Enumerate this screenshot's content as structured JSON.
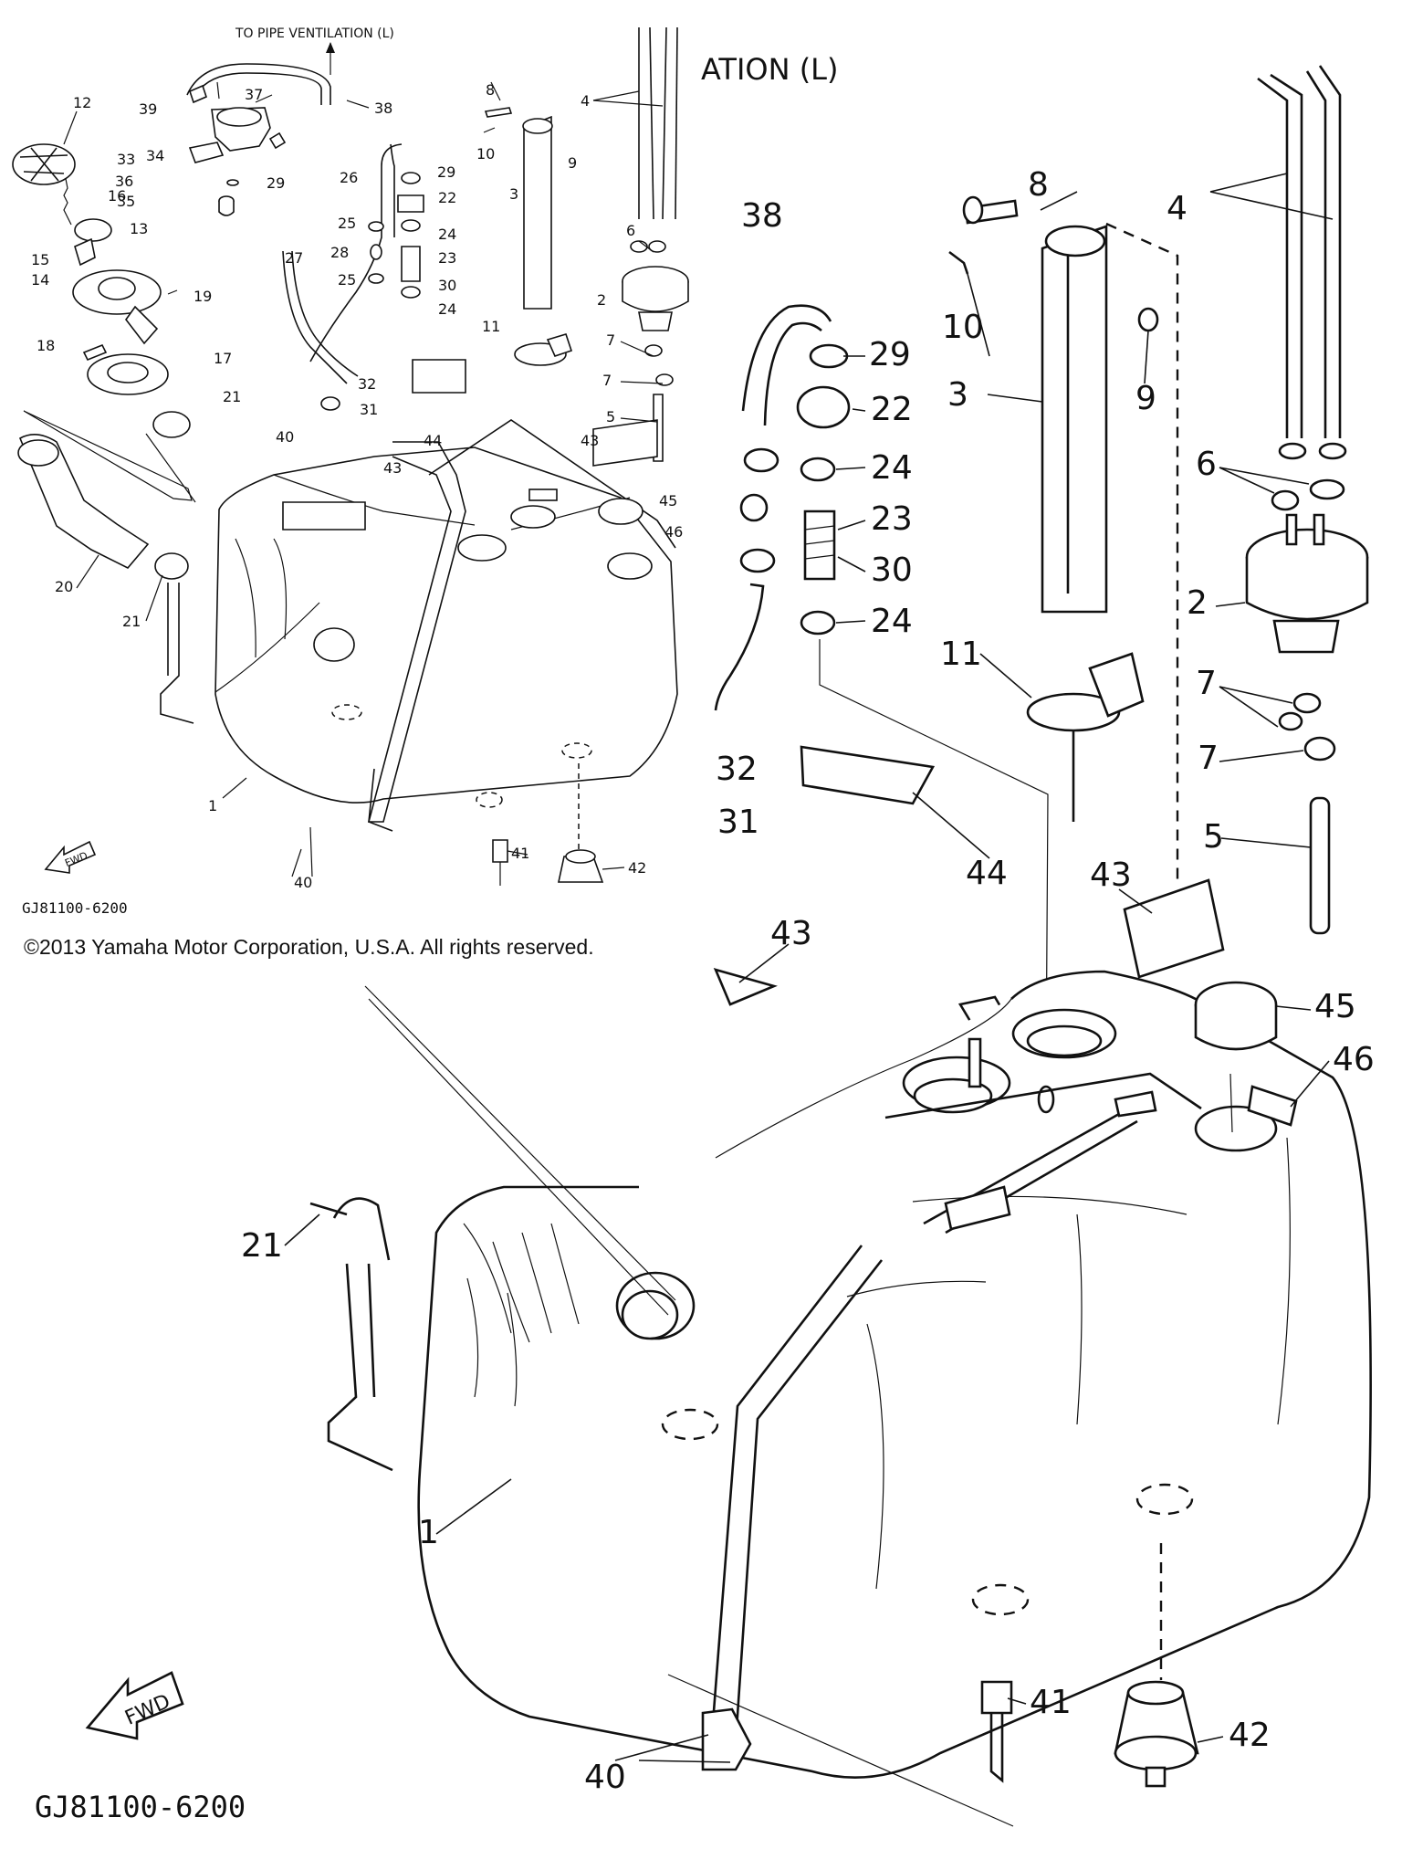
{
  "top_note": "TO PIPE VENTILATION (L)",
  "crop_note": "ATION (L)",
  "copyright": "©2013 Yamaha Motor Corporation, U.S.A. All rights reserved.",
  "diagram_code": "GJ81100-6200",
  "fwd_label": "FWD",
  "small_view": {
    "callouts": [
      "1",
      "2",
      "3",
      "4",
      "5",
      "6",
      "7",
      "7",
      "8",
      "9",
      "10",
      "11",
      "12",
      "13",
      "14",
      "15",
      "16",
      "17",
      "18",
      "19",
      "20",
      "21",
      "21",
      "22",
      "23",
      "24",
      "24",
      "25",
      "25",
      "26",
      "27",
      "28",
      "29",
      "29",
      "30",
      "31",
      "32",
      "33",
      "34",
      "35",
      "36",
      "37",
      "38",
      "39",
      "40",
      "40",
      "41",
      "42",
      "43",
      "43",
      "44",
      "45",
      "46"
    ]
  },
  "large_view": {
    "callouts": [
      "1",
      "2",
      "3",
      "4",
      "5",
      "6",
      "7",
      "7",
      "8",
      "9",
      "10",
      "11",
      "21",
      "22",
      "23",
      "24",
      "24",
      "29",
      "30",
      "31",
      "32",
      "38",
      "40",
      "41",
      "42",
      "43",
      "43",
      "44",
      "45",
      "46"
    ]
  }
}
